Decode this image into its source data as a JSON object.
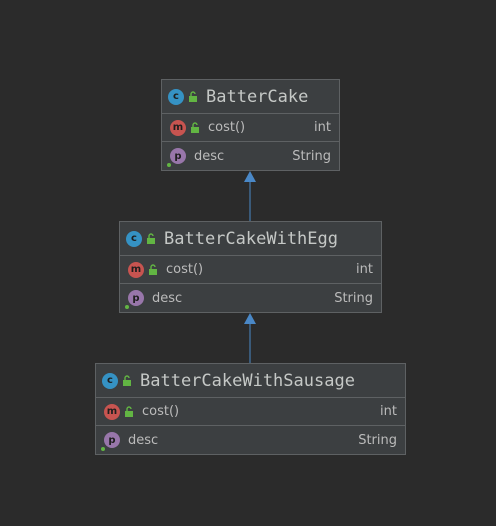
{
  "diagram": {
    "colors": {
      "background": "#2b2b2b",
      "box_fill": "#3c3f41",
      "box_border": "#5e6163",
      "arrow": "#4a88c7",
      "class_badge": "#3592c4",
      "method_badge": "#c75450",
      "property_badge": "#9876aa",
      "public_lock": "#62b543"
    },
    "classes": [
      {
        "badge": "c",
        "name": "BatterCake",
        "method": {
          "badge": "m",
          "name": "cost()",
          "type": "int"
        },
        "property": {
          "badge": "p",
          "name": "desc",
          "type": "String"
        }
      },
      {
        "badge": "c",
        "name": "BatterCakeWithEgg",
        "method": {
          "badge": "m",
          "name": "cost()",
          "type": "int"
        },
        "property": {
          "badge": "p",
          "name": "desc",
          "type": "String"
        }
      },
      {
        "badge": "c",
        "name": "BatterCakeWithSausage",
        "method": {
          "badge": "m",
          "name": "cost()",
          "type": "int"
        },
        "property": {
          "badge": "p",
          "name": "desc",
          "type": "String"
        }
      }
    ],
    "relations": [
      {
        "from": "BatterCakeWithEgg",
        "to": "BatterCake",
        "kind": "extends"
      },
      {
        "from": "BatterCakeWithSausage",
        "to": "BatterCakeWithEgg",
        "kind": "extends"
      }
    ]
  }
}
